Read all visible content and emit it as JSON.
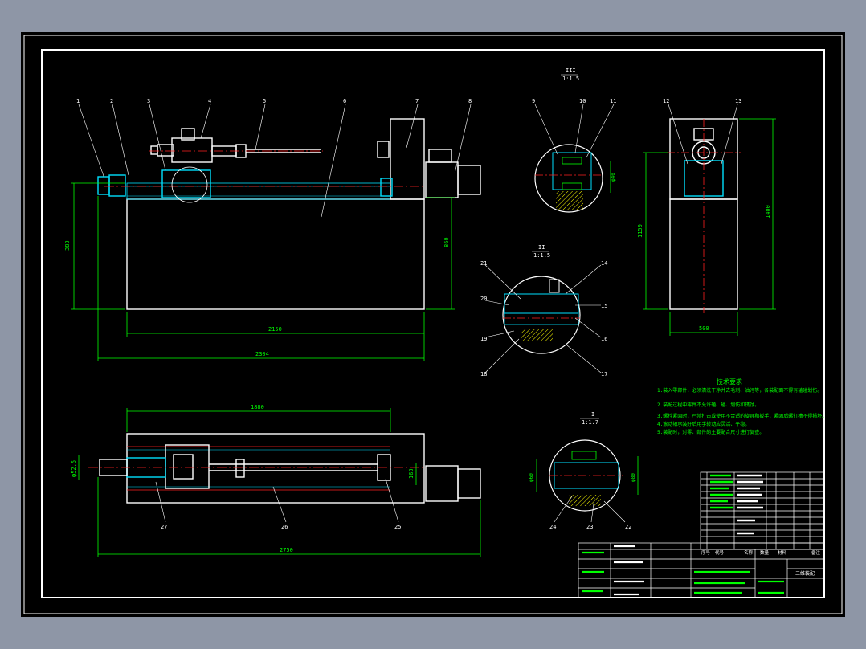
{
  "colors": {
    "background": "#8e96a6",
    "paper": "#000000",
    "outline": "#ffffff",
    "dimension": "#00ff00",
    "centerline": "#ff2020",
    "cyan": "#00e0ff",
    "magenta": "#ff30ff",
    "yellow": "#ffff00"
  },
  "views": {
    "detail_iii_title": "III",
    "detail_iii_scale": "1:1.5",
    "detail_ii_title": "II",
    "detail_ii_scale": "1:1.5",
    "detail_i_title": "I",
    "detail_i_scale": "1:1.7"
  },
  "part_numbers": {
    "p1": "1",
    "p2": "2",
    "p3": "3",
    "p4": "4",
    "p5": "5",
    "p6": "6",
    "p7": "7",
    "p8": "8",
    "p9": "9",
    "p10": "10",
    "p11": "11",
    "p12": "12",
    "p13": "13",
    "p14": "14",
    "p15": "15",
    "p16": "16",
    "p17": "17",
    "p18": "18",
    "p19": "19",
    "p20": "20",
    "p21": "21",
    "p22": "22",
    "p23": "23",
    "p24": "24",
    "p25": "25",
    "p26": "26",
    "p27": "27"
  },
  "dimensions": {
    "front_height_left": "380",
    "front_height_right": "860",
    "front_width_inner": "2150",
    "front_width_outer": "2304",
    "side_height_left": "1150",
    "side_height_right": "1400",
    "side_width": "500",
    "top_length": "1880",
    "top_width_total": "2750",
    "top_left_dia": "φ52.5",
    "top_right_small": "160",
    "detail_iii_dim": "φ40",
    "detail_i_left": "φ60",
    "detail_i_right": "φ80"
  },
  "technical_notes": {
    "title": "技术要求",
    "lines": [
      "1.装入零部件，必须清洗干净并去毛刺、油污等，各装配面不得有磕碰划伤。",
      "2.装配过程中零件不允许磕、碰、划伤和锈蚀。",
      "3.螺栓紧固时，严禁打击或使用不合适的旋具和扳手，紧固后螺钉槽不得损坏。",
      "4.滚动轴承装好后用手转动应灵活、平稳。",
      "5.装配时，对零、部件的主要配合尺寸进行复查。"
    ]
  },
  "title_block": {
    "drawing_name": "二维装配",
    "header_seq": "序号",
    "header_code": "代号",
    "header_name": "名称",
    "header_qty": "数量",
    "header_material": "材料",
    "header_note": "备注"
  }
}
